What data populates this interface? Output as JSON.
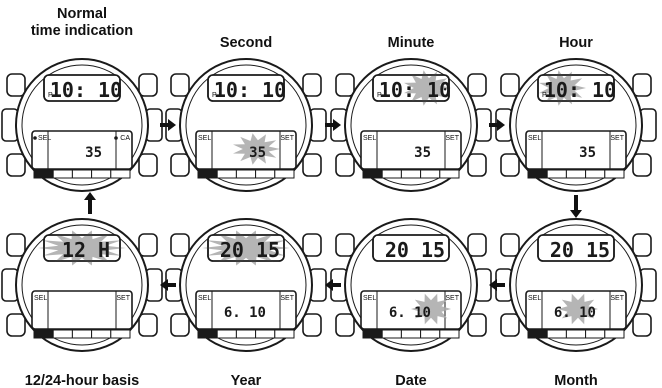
{
  "steps": [
    {
      "id": "normal",
      "label": "Normal time indication",
      "label_lines": [
        "Normal",
        "time",
        "indication"
      ],
      "top": "10: 10",
      "bottom": "35",
      "p": "P",
      "left_btn": "SEL",
      "right_btn": "CA",
      "left_dot": true,
      "right_dot": true,
      "flash": "none"
    },
    {
      "id": "second",
      "label": "Second",
      "label_lines": [
        "Second"
      ],
      "top": "10: 10",
      "bottom": "35",
      "p": "P",
      "left_btn": "SEL",
      "right_btn": "SET",
      "left_dot": false,
      "right_dot": false,
      "flash": "bottom"
    },
    {
      "id": "minute",
      "label": "Minute",
      "label_lines": [
        "Minute"
      ],
      "top": "10: 10",
      "bottom": "35",
      "p": "P",
      "left_btn": "SEL",
      "right_btn": "SET",
      "left_dot": false,
      "right_dot": false,
      "flash": "top-right"
    },
    {
      "id": "hour",
      "label": "Hour",
      "label_lines": [
        "Hour"
      ],
      "top": "10: 10",
      "bottom": "35",
      "p": "P",
      "left_btn": "SEL",
      "right_btn": "SET",
      "left_dot": false,
      "right_dot": false,
      "flash": "top-left"
    },
    {
      "id": "month",
      "label": "Month",
      "label_lines": [
        "Month"
      ],
      "top": "20 15",
      "bottom": "6. 10",
      "p": "",
      "left_btn": "SEL",
      "right_btn": "SET",
      "left_dot": false,
      "right_dot": false,
      "flash": "bottom-left"
    },
    {
      "id": "date",
      "label": "Date",
      "label_lines": [
        "Date"
      ],
      "top": "20 15",
      "bottom": "6. 10",
      "p": "",
      "left_btn": "SEL",
      "right_btn": "SET",
      "left_dot": false,
      "right_dot": false,
      "flash": "bottom-right"
    },
    {
      "id": "year",
      "label": "Year",
      "label_lines": [
        "Year"
      ],
      "top": "20 15",
      "bottom": "6. 10",
      "p": "",
      "left_btn": "SEL",
      "right_btn": "SET",
      "left_dot": false,
      "right_dot": false,
      "flash": "top"
    },
    {
      "id": "hour-basis",
      "label": "12/24-hour basis",
      "label_lines": [
        "12/24-hour basis"
      ],
      "top": "12  H",
      "bottom": "",
      "p": "",
      "left_btn": "SEL",
      "right_btn": "SET",
      "left_dot": false,
      "right_dot": false,
      "flash": "top"
    }
  ],
  "sequence": [
    "normal",
    "second",
    "minute",
    "hour",
    "month",
    "date",
    "year",
    "hour-basis",
    "normal"
  ],
  "colors": {
    "ink": "#1a1a1a",
    "flash": "#a8a8a8",
    "arrow": "#111111"
  }
}
